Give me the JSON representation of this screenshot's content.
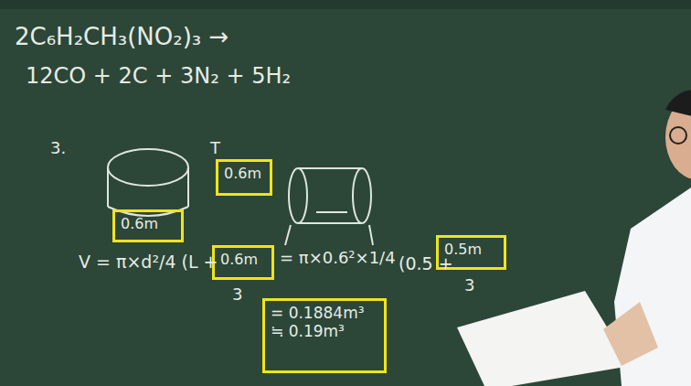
{
  "diagram": {
    "nodes": [
      {
        "text": [
          "0.6m"
        ]
      },
      {
        "text": [
          "0.6m"
        ]
      },
      {
        "text": [
          "0.6m"
        ]
      },
      {
        "text": [
          "0.5m"
        ]
      },
      {
        "text": [
          "= 0.1884m³",
          "≒ 0.19m³"
        ]
      }
    ],
    "labels": [
      "2C₆H₂CH₃(NO₂)₃ →",
      "12CO + 2C + 3N₂ + 5H₂",
      "3.",
      "T",
      "V = π×d²/4 (L +",
      "3",
      "= π×0.6²×1/4",
      "(0.5 +",
      "3"
    ]
  }
}
